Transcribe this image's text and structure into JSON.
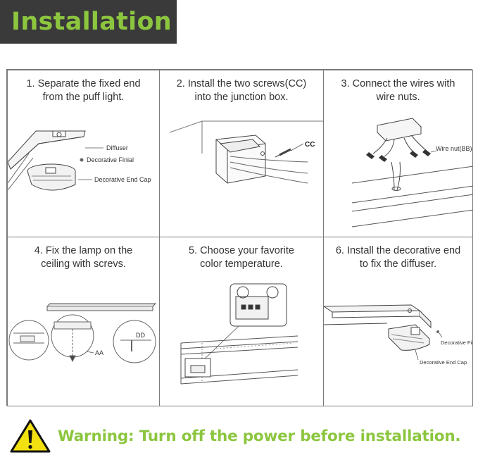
{
  "header": {
    "title": "Installation"
  },
  "steps": [
    {
      "line1": "1. Separate the fixed end",
      "line2": "from the puff light.",
      "labels": {
        "diffuser": "Diffuser",
        "finial": "Decorative Finial",
        "end_cap": "Decorative End Cap"
      }
    },
    {
      "line1": "2. Install the two screws(CC)",
      "line2": "into the junction box.",
      "labels": {
        "screw": "CC"
      }
    },
    {
      "line1": "3. Connect the wires with",
      "line2": "wire nuts.",
      "labels": {
        "wire_nut": "Wire nut(BB)"
      }
    },
    {
      "line1": "4. Fix the lamp on the",
      "line2": "ceiling with screvs.",
      "labels": {
        "aa": "AA",
        "dd": "DD"
      }
    },
    {
      "line1": "5. Choose your favorite",
      "line2": "color temperature.",
      "labels": {}
    },
    {
      "line1": "6. Install the decorative end",
      "line2": "to fix the diffuser.",
      "labels": {
        "finial": "Decorative Finial",
        "end_cap": "Decorative End Cap"
      }
    }
  ],
  "warning": {
    "text": "Warning: Turn off the power before installation."
  }
}
